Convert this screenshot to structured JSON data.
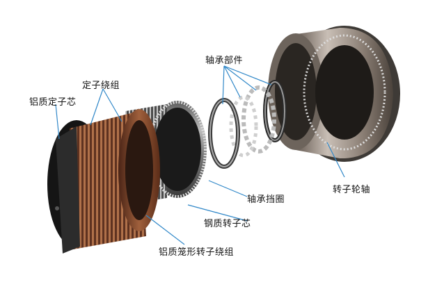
{
  "labels": {
    "aluminum_stator_core": "铝质定子芯",
    "stator_winding": "定子绕组",
    "bearing_parts": "轴承部件",
    "rotor_hub_shaft": "转子轮轴",
    "bearing_retainer_ring": "轴承挡圈",
    "steel_rotor_core": "钢质转子芯",
    "aluminum_cage_rotor_winding": "铝质笼形转子绕组"
  },
  "colors": {
    "leader_line": "#2f87c8",
    "copper": "#8a4a2a",
    "steel": "#8c8c8c",
    "dark_steel": "#2a2a2a"
  }
}
